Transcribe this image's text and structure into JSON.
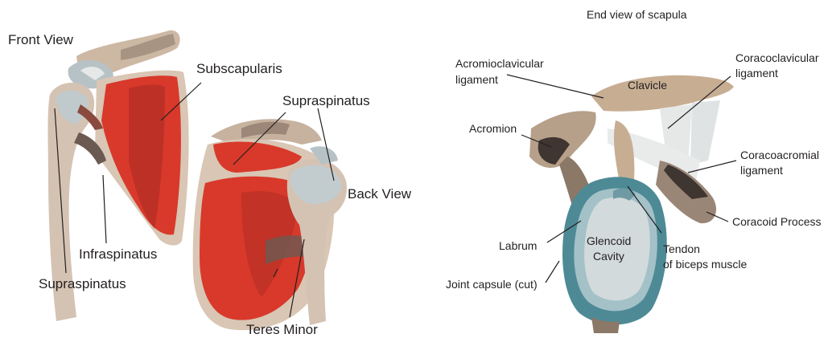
{
  "front_view": {
    "title": "Front View",
    "labels": {
      "subscapularis": "Subscapularis",
      "infraspinatus": "Infraspinatus",
      "supraspinatus": "Supraspinatus"
    }
  },
  "back_view": {
    "title": "Back View",
    "labels": {
      "supraspinatus": "Supraspinatus",
      "teres_minor": "Teres Minor"
    }
  },
  "end_view": {
    "title": "End view of scapula",
    "labels": {
      "acromioclavicular_1": "Acromioclavicular",
      "acromioclavicular_2": "ligament",
      "clavicle": "Clavicle",
      "coracoclavicular_1": "Coracoclavicular",
      "coracoclavicular_2": "ligament",
      "acromion": "Acromion",
      "coracoacromial_1": "Coracoacromial",
      "coracoacromial_2": "ligament",
      "coracoid_process": "Coracoid Process",
      "labrum": "Labrum",
      "glenoid_1": "Glencoid",
      "glenoid_2": "Cavity",
      "tendon_1": "Tendon",
      "tendon_2": "of biceps muscle",
      "joint_capsule": "Joint capsule (cut)"
    }
  },
  "colors": {
    "muscle_red": "#d8392b",
    "muscle_dark": "#a82a22",
    "bone_tan": "#c8b09a",
    "bone_dark": "#4a3f3a",
    "cartilage_grey": "#c9d1d4",
    "capsule_teal": "#4d8a96"
  }
}
